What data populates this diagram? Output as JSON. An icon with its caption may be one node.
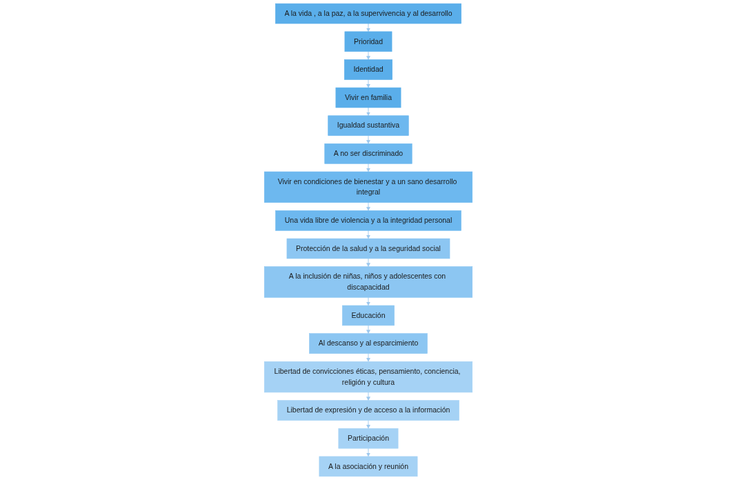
{
  "diagram": {
    "nodes": [
      {
        "text": [
          "A la vida , a la paz, a la supervivencia y al desarrollo"
        ]
      },
      {
        "text": [
          "Prioridad"
        ]
      },
      {
        "text": [
          "Identidad"
        ]
      },
      {
        "text": [
          "Vivir en familia"
        ]
      },
      {
        "text": [
          "Igualdad sustantiva"
        ]
      },
      {
        "text": [
          "A no ser discriminado"
        ]
      },
      {
        "text": [
          "Vivir en condiciones de bienestar y a un sano desarrollo integral"
        ]
      },
      {
        "text": [
          "Una vida libre de violencia y a la integridad personal"
        ]
      },
      {
        "text": [
          "Protección de la salud y a la seguridad social"
        ]
      },
      {
        "text": [
          "A la inclusión de niñas, niños y adolescentes con discapacidad"
        ]
      },
      {
        "text": [
          "Educación"
        ]
      },
      {
        "text": [
          "Al descanso y al esparcimiento"
        ]
      },
      {
        "text": [
          "Libertad de convicciones éticas, pensamiento, conciencia, religión y cultura"
        ]
      },
      {
        "text": [
          "Libertad de expresión y de acceso a la información"
        ]
      },
      {
        "text": [
          "Participación"
        ]
      },
      {
        "text": [
          "A la asociación y reunión"
        ]
      }
    ],
    "edges": [
      {
        "from": 0,
        "to": 1,
        "arrow": "to"
      },
      {
        "from": 1,
        "to": 2,
        "arrow": "to"
      },
      {
        "from": 2,
        "to": 3,
        "arrow": "to"
      },
      {
        "from": 3,
        "to": 4,
        "arrow": "to"
      },
      {
        "from": 4,
        "to": 5,
        "arrow": "to"
      },
      {
        "from": 5,
        "to": 6,
        "arrow": "to"
      },
      {
        "from": 6,
        "to": 7,
        "arrow": "to"
      },
      {
        "from": 7,
        "to": 8,
        "arrow": "to"
      },
      {
        "from": 8,
        "to": 9,
        "arrow": "to"
      },
      {
        "from": 9,
        "to": 10,
        "arrow": "to"
      },
      {
        "from": 10,
        "to": 11,
        "arrow": "to"
      },
      {
        "from": 11,
        "to": 12,
        "arrow": "to"
      },
      {
        "from": 12,
        "to": 13,
        "arrow": "to"
      },
      {
        "from": 13,
        "to": 14,
        "arrow": "to"
      },
      {
        "from": 14,
        "to": 15,
        "arrow": "to"
      }
    ]
  }
}
